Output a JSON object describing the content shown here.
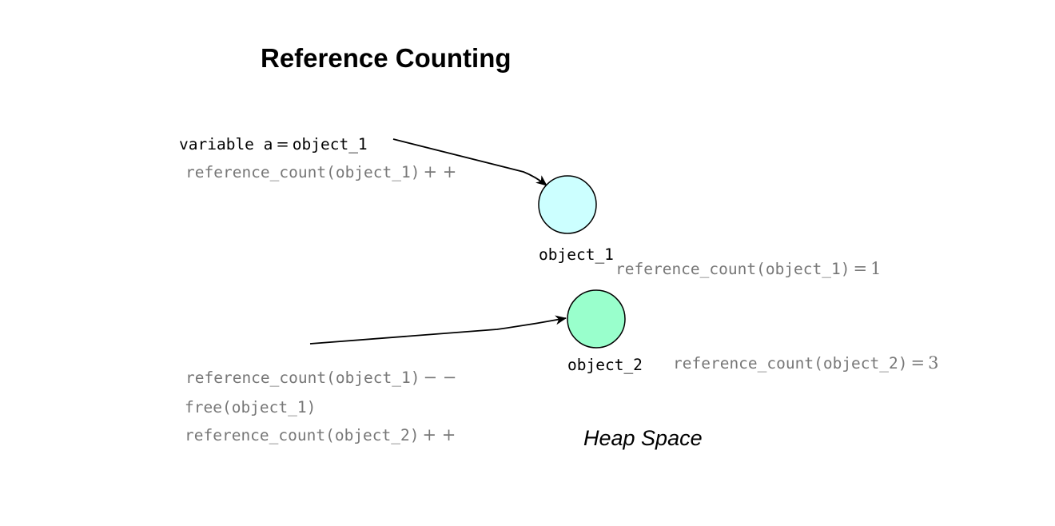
{
  "title": "Reference Counting",
  "code": {
    "assign_var": "variable a",
    "assign_eq": "=",
    "assign_obj": "object_1",
    "inc_obj1_expr": "reference_count(object_1)",
    "inc_obj1_op": "+ +",
    "dec_obj1_expr": "reference_count(object_1)",
    "dec_obj1_op": "− −",
    "free_obj1": "free(object_1)",
    "inc_obj2_expr": "reference_count(object_2)",
    "inc_obj2_op": "+ +"
  },
  "heap": {
    "label": "Heap Space",
    "objects": [
      {
        "label": "object_1",
        "count_expr": "reference_count(object_1)",
        "count_eq": "=",
        "count_value": "1",
        "fill": "#ccffff"
      },
      {
        "label": "object_2",
        "count_expr": "reference_count(object_2)",
        "count_eq": "=",
        "count_value": "3",
        "fill": "#99ffcc"
      }
    ]
  },
  "colors": {
    "primary_text": "#000000",
    "secondary_text": "#777777",
    "stroke": "#000000"
  }
}
